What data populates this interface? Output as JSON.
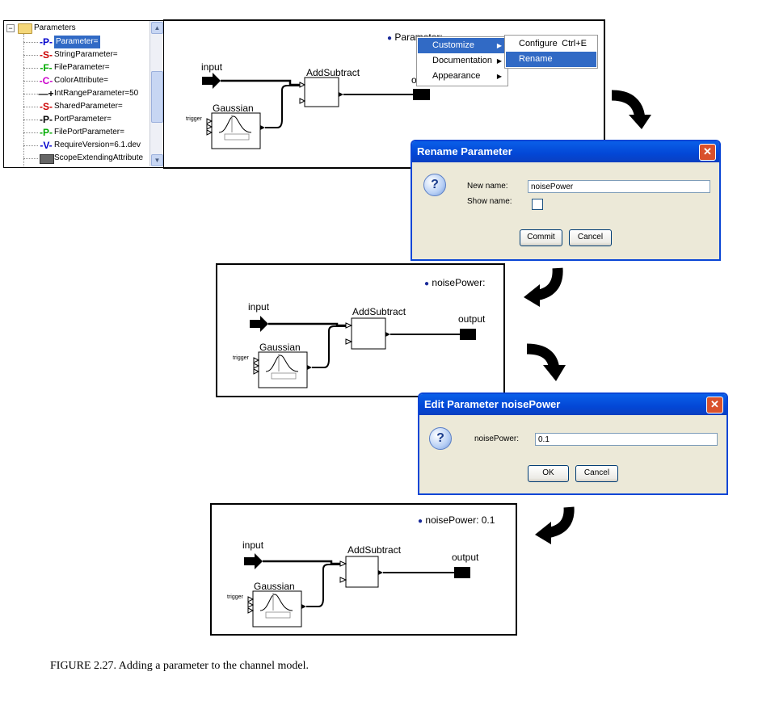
{
  "library": {
    "root": "Parameters",
    "items": [
      {
        "symbol": "-P-",
        "label": "Parameter=",
        "color": "#0000cc",
        "selected": true
      },
      {
        "symbol": "-S-",
        "label": "StringParameter=",
        "color": "#cc0000"
      },
      {
        "symbol": "-F-",
        "label": "FileParameter=",
        "color": "#00aa00"
      },
      {
        "symbol": "-C-",
        "label": "ColorAttribute=",
        "color": "#cc00cc"
      },
      {
        "symbol": "—+",
        "label": "IntRangeParameter=50",
        "color": "#000000"
      },
      {
        "symbol": "-S-",
        "label": "SharedParameter=",
        "color": "#cc0000"
      },
      {
        "symbol": "-P-",
        "label": "PortParameter=",
        "color": "#000000"
      },
      {
        "symbol": "-P-",
        "label": "FilePortParameter=",
        "color": "#00aa00"
      },
      {
        "symbol": "-V-",
        "label": "RequireVersion=6.1.dev",
        "color": "#0000cc"
      },
      {
        "symbol": "",
        "label": "ScopeExtendingAttribute",
        "color": "#666666"
      }
    ]
  },
  "context_menu": {
    "items": [
      "Customize",
      "Documentation",
      "Appearance"
    ],
    "submenu": {
      "configure": "Configure",
      "configure_shortcut": "Ctrl+E",
      "rename": "Rename"
    }
  },
  "model": {
    "input": "input",
    "output": "output",
    "addsubtract": "AddSubtract",
    "gaussian": "Gaussian",
    "trigger": "trigger",
    "plus": "+",
    "minus": "—",
    "output_partial": "o"
  },
  "panel1": {
    "param_label": "Parameter:"
  },
  "rename_dialog": {
    "title": "Rename Parameter",
    "new_name_label": "New name:",
    "new_name_value": "noisePower",
    "show_name_label": "Show name:",
    "commit": "Commit",
    "cancel": "Cancel"
  },
  "panel2": {
    "param_label": "noisePower:"
  },
  "edit_dialog": {
    "title": "Edit Parameter noisePower",
    "field_label": "noisePower:",
    "field_value": "0.1",
    "ok": "OK",
    "cancel": "Cancel"
  },
  "panel3": {
    "param_label": "noisePower: 0.1"
  },
  "caption": "FIGURE 2.27.  Adding a parameter to the channel model.",
  "colors": {
    "selection": "#316ac5",
    "dialog_title": "#0a46d6",
    "close_button": "#d9512c"
  }
}
